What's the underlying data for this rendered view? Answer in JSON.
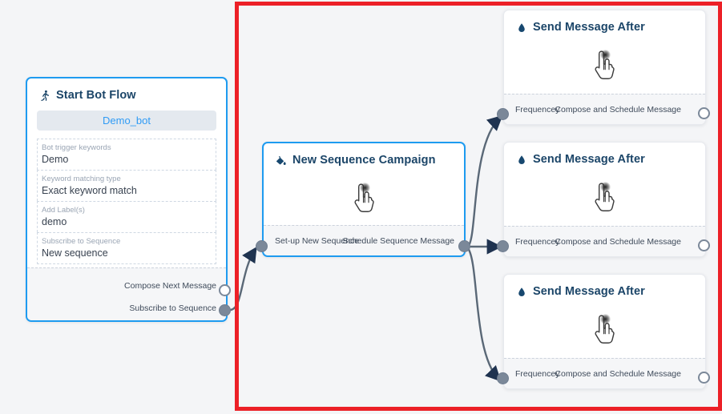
{
  "canvas": {
    "background_color": "#f4f5f7",
    "annotation_rect_color": "#ec2027"
  },
  "nodes": {
    "start_bot_flow": {
      "title": "Start Bot Flow",
      "icon": "running-person-icon",
      "bot_chip": "Demo_bot",
      "fields": [
        {
          "label": "Bot trigger keywords",
          "value": "Demo"
        },
        {
          "label": "Keyword matching type",
          "value": "Exact keyword match"
        },
        {
          "label": "Add Label(s)",
          "value": "demo"
        },
        {
          "label": "Subscribe to Sequence",
          "value": "New sequence"
        }
      ],
      "ports": [
        {
          "label": "Compose Next Message",
          "style": "open"
        },
        {
          "label": "Subscribe to Sequence",
          "style": "filled"
        }
      ]
    },
    "new_sequence_campaign": {
      "title": "New Sequence Campaign",
      "icon": "paint-pour-icon",
      "cursor_icon": "pointing-hand-cursor",
      "in_port_label": "Set-up New Sequence",
      "out_port_label": "Schedule Sequence Message"
    },
    "send_message_after": {
      "title": "Send Message After",
      "icon": "water-droplet-icon",
      "cursor_icon": "pointing-hand-cursor",
      "in_port_label": "Frequencey",
      "out_port_label": "Compose and Schedule Message",
      "count": 3
    }
  },
  "colors": {
    "selected_border": "#1e9bf0",
    "title_text": "#1b4568",
    "port_fill": "#7b8899",
    "edge": "#4d5b6e",
    "chip_text": "#2f9bf5"
  }
}
